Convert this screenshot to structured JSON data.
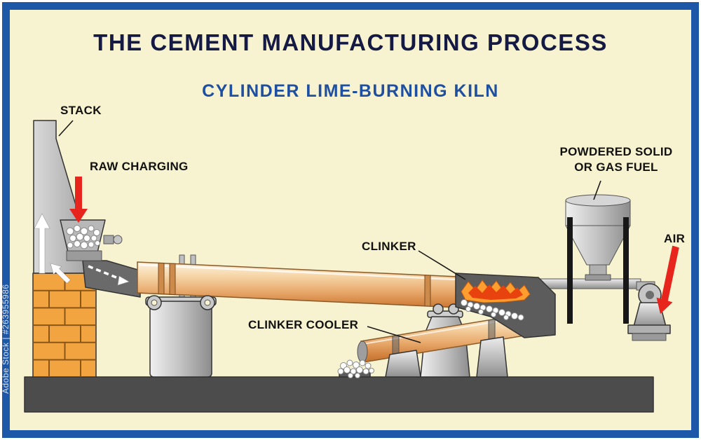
{
  "title": "THE CEMENT MANUFACTURING PROCESS",
  "subtitle": "CYLINDER LIME-BURNING KILN",
  "labels": {
    "stack": "STACK",
    "raw_charging": "RAW CHARGING",
    "clinker": "CLINKER",
    "clinker_cooler": "CLINKER COOLER",
    "fuel_line1": "POWDERED SOLID",
    "fuel_line2": "OR GAS FUEL",
    "air": "AIR"
  },
  "watermark": "Adobe Stock | #263955986",
  "colors": {
    "frame_blue": "#1d58a8",
    "background_cream": "#f7f2cf",
    "title_navy": "#151a45",
    "subtitle_blue": "#1e4fa0",
    "label_black": "#111111",
    "arrow_red": "#e8251c",
    "brick_orange": "#f2a440",
    "kiln_tan": "#e8a96c",
    "flame_orange": "#ff9d2f",
    "flame_red": "#e8430f",
    "metal_gray": "#b5b5b5",
    "base_gray": "#4c4c4c"
  }
}
